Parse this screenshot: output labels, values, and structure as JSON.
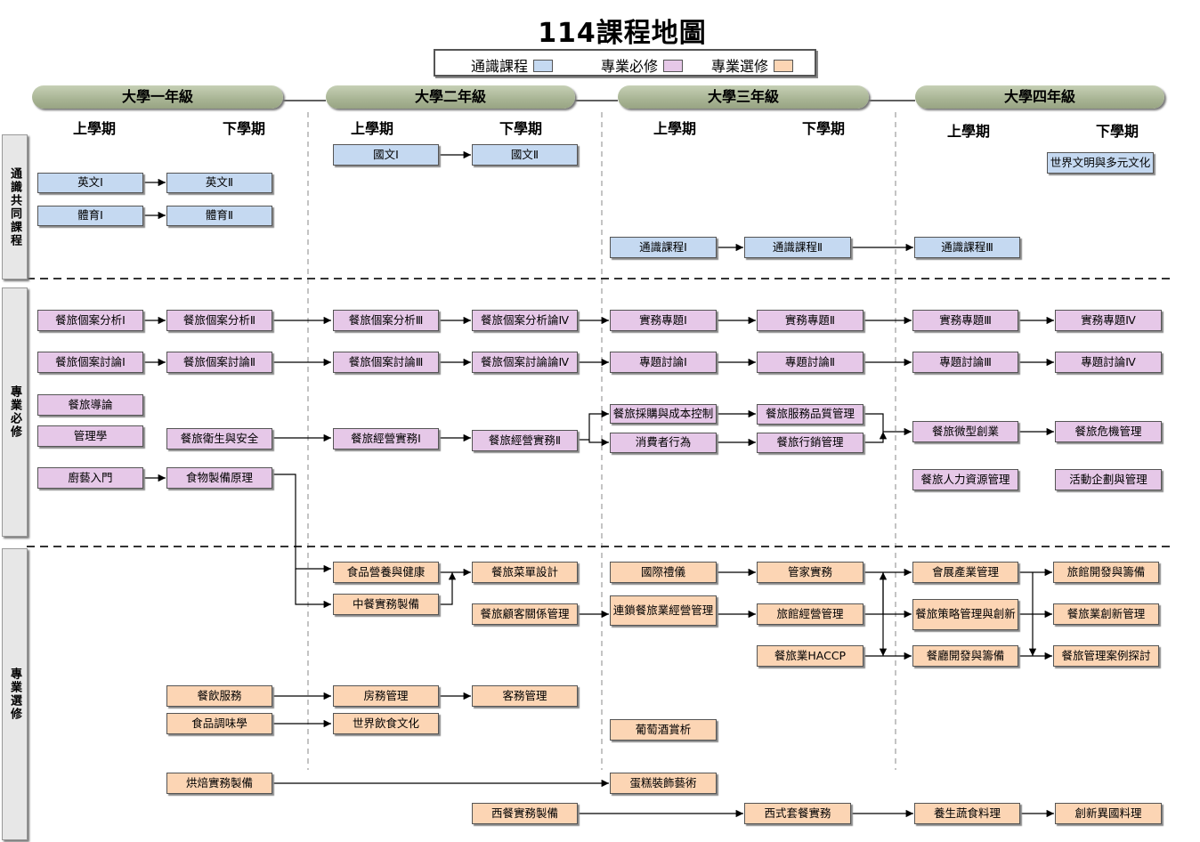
{
  "title": "114課程地圖",
  "legend": [
    {
      "label": "通識課程",
      "color": "#c5d9f1"
    },
    {
      "label": "專業必修",
      "color": "#e6c8e8"
    },
    {
      "label": "專業選修",
      "color": "#fcd5b4"
    }
  ],
  "years": [
    "大學一年級",
    "大學二年級",
    "大學三年級",
    "大學四年級"
  ],
  "terms": {
    "first": "上學期",
    "second": "下學期"
  },
  "sections": [
    "通識共同課程",
    "專業必修",
    "專業選修"
  ],
  "courses": {
    "eng1": "英文Ⅰ",
    "eng2": "英文Ⅱ",
    "pe1": "體育Ⅰ",
    "pe2": "體育Ⅱ",
    "chi1": "國文Ⅰ",
    "chi2": "國文Ⅱ",
    "world": "世界文明與多元文化",
    "ge1": "通識課程Ⅰ",
    "ge2": "通識課程Ⅱ",
    "ge3": "通識課程Ⅲ",
    "ca1": "餐旅個案分析Ⅰ",
    "ca2": "餐旅個案分析Ⅱ",
    "ca3": "餐旅個案分析Ⅲ",
    "ca4": "餐旅個案分析論Ⅳ",
    "cd1": "餐旅個案討論Ⅰ",
    "cd2": "餐旅個案討論Ⅱ",
    "cd3": "餐旅個案討論Ⅲ",
    "cd4": "餐旅個案討論論Ⅳ",
    "pr1": "實務專題Ⅰ",
    "pr2": "實務專題Ⅱ",
    "pr3": "實務專題Ⅲ",
    "pr4": "實務專題Ⅳ",
    "sd1": "專題討論Ⅰ",
    "sd2": "專題討論Ⅱ",
    "sd3": "專題討論Ⅲ",
    "sd4": "專題討論Ⅳ",
    "intro": "餐旅導論",
    "mgmt": "管理學",
    "hygiene": "餐旅衛生與安全",
    "op1": "餐旅經營實務Ⅰ",
    "op2": "餐旅經營實務Ⅱ",
    "purch": "餐旅採購與成本控制",
    "consumer": "消費者行為",
    "quality": "餐旅服務品質管理",
    "mkt": "餐旅行銷管理",
    "micro": "餐旅微型創業",
    "crisis": "餐旅危機管理",
    "hr": "餐旅人力資源管理",
    "event": "活動企劃與管理",
    "cook": "廚藝入門",
    "foodprep": "食物製備原理",
    "nutri": "食品營養與健康",
    "chinese": "中餐實務製備",
    "menu": "餐旅菜單設計",
    "crm": "餐旅顧客關係管理",
    "etiq": "國際禮儀",
    "chain": "連鎖餐旅業經營管理",
    "butler": "管家實務",
    "hotelop": "旅館經營管理",
    "haccp": "餐旅業HACCP",
    "mice": "會展產業管理",
    "strat": "餐旅策略管理與創新",
    "rest": "餐廳開發與籌備",
    "hoteldev": "旅館開發與籌備",
    "innov": "餐旅業創新管理",
    "cases": "餐旅管理案例探討",
    "fbsvc": "餐飲服務",
    "room": "房務管理",
    "guest": "客務管理",
    "season": "食品調味學",
    "worldfood": "世界飲食文化",
    "wine": "葡萄酒賞析",
    "bakery": "烘焙實務製備",
    "cake": "蛋糕裝飾藝術",
    "western": "西餐實務製備",
    "set": "西式套餐實務",
    "veg": "養生蔬食料理",
    "exotic": "創新異國料理"
  }
}
